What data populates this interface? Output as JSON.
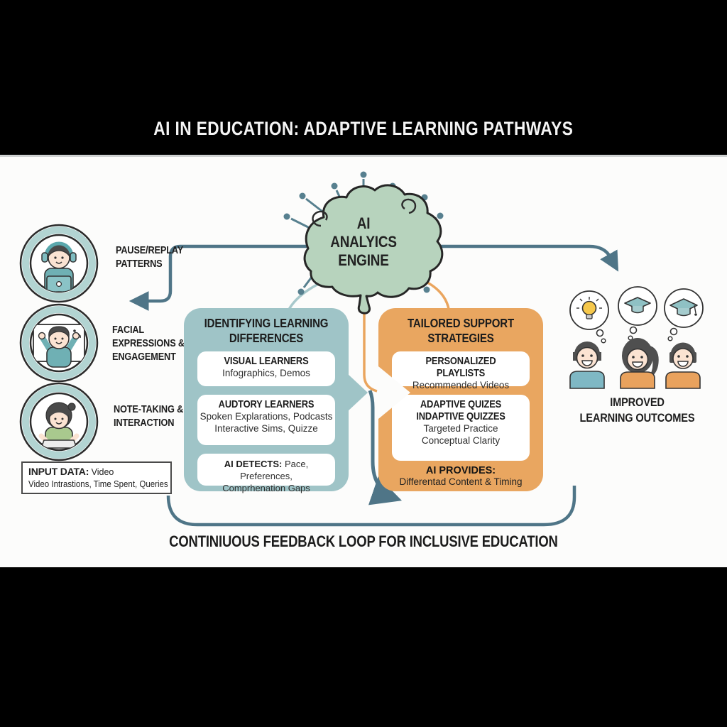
{
  "title": "AI IN EDUCATION: ADAPTIVE LEARNING PATHWAYS",
  "engine": {
    "line1": "AI",
    "line2": "ANALYICS",
    "line3": "ENGINE",
    "icon": "ai-brain-icon"
  },
  "inputs": {
    "items": [
      {
        "label": "PAUSE/REPLAY PATTERNS",
        "icon": "student-headphones-icon"
      },
      {
        "label": "FACIAL EXPRESSIONS & ENGAGEMENT",
        "icon": "student-webcam-icon"
      },
      {
        "label": "NOTE-TAKING & INTERACTION",
        "icon": "student-notetaking-icon"
      }
    ],
    "data_box": {
      "heading": "INPUT DATA:",
      "heading_suffix": " Video",
      "line2": "Video Intrastions, Time Spent, Queries"
    }
  },
  "identify_box": {
    "title_line1": "IDENTIFYING LEARNING",
    "title_line2": "DIFFERENCES",
    "cards": [
      {
        "heading": "VISUAL LEARNERS",
        "line1": "Infographics, Demos"
      },
      {
        "heading": "AUDTORY LEARNERS",
        "line1": "Spoken Explarations, Podcasts",
        "line2": "Interactive Sims, Quizze"
      },
      {
        "heading": "AI DETECTS:",
        "line1": " Pace, Preferences,",
        "line2": "Comprhenation Gaps"
      }
    ]
  },
  "support_box": {
    "title_line1": "TAILORED SUPPORT",
    "title_line2": "STRATEGIES",
    "cards": [
      {
        "heading": "PERSONALIZED PLAYLISTS",
        "line1": "Recommended Videos"
      },
      {
        "heading": "ADAPTIVE QUIZES",
        "heading2": "INDAPTIVE QUIZZES",
        "line1": "Targeted Practice",
        "line2": "Conceptual Clarity"
      }
    ],
    "footer_heading": "AI PROVIDES:",
    "footer_line": "Differentad Content & Timing"
  },
  "outcomes": {
    "label_line1": "IMPROVED",
    "label_line2": "LEARNING OUTCOMES",
    "thought_icons": [
      "lightbulb-icon",
      "graduation-cap-icon",
      "graduation-cap-icon"
    ]
  },
  "footer_caption": "CONTINIUOUS FEEDBACK LOOP FOR INCLUSIVE EDUCATION",
  "colors": {
    "teal_box": "#9fc4c7",
    "orange_box": "#e9a660",
    "arrow": "#4f7587",
    "brain_fill": "#b7d3bd",
    "orange_line": "#eaa55e",
    "teal_line": "#a7c8cb",
    "band": "#000000"
  }
}
